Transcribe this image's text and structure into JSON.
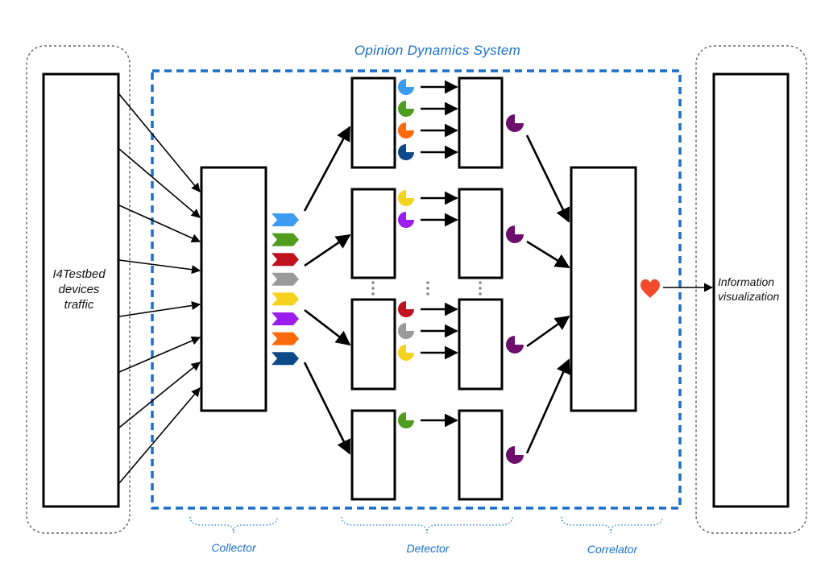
{
  "title": "Opinion Dynamics System",
  "source_label": [
    "I4Testbed",
    "devices",
    "traffic"
  ],
  "output_label": [
    "Information",
    "visualization"
  ],
  "stages": [
    "Collector",
    "Detector",
    "Correlator"
  ],
  "colors": {
    "system_border": "#1a6fc9",
    "outer_border": "#666666",
    "blue": "#3a9bf0",
    "green": "#4f9c1e",
    "red": "#c0121f",
    "gray": "#9a9a9a",
    "yellow": "#f5d21e",
    "purple": "#9b1df0",
    "orange": "#ff6a0a",
    "navy": "#0d4a8a",
    "dark_purple": "#6c0f6c",
    "heart": "#f24a2a"
  },
  "chevron_colors": [
    "blue",
    "green",
    "red",
    "gray",
    "yellow",
    "purple",
    "orange",
    "navy"
  ],
  "detector_rows": [
    {
      "pie_colors": [
        "blue",
        "green",
        "orange",
        "navy"
      ]
    },
    {
      "pie_colors": [
        "yellow",
        "purple"
      ]
    },
    {
      "pie_colors": [
        "red",
        "gray",
        "yellow"
      ]
    },
    {
      "pie_colors": [
        "green"
      ]
    }
  ]
}
